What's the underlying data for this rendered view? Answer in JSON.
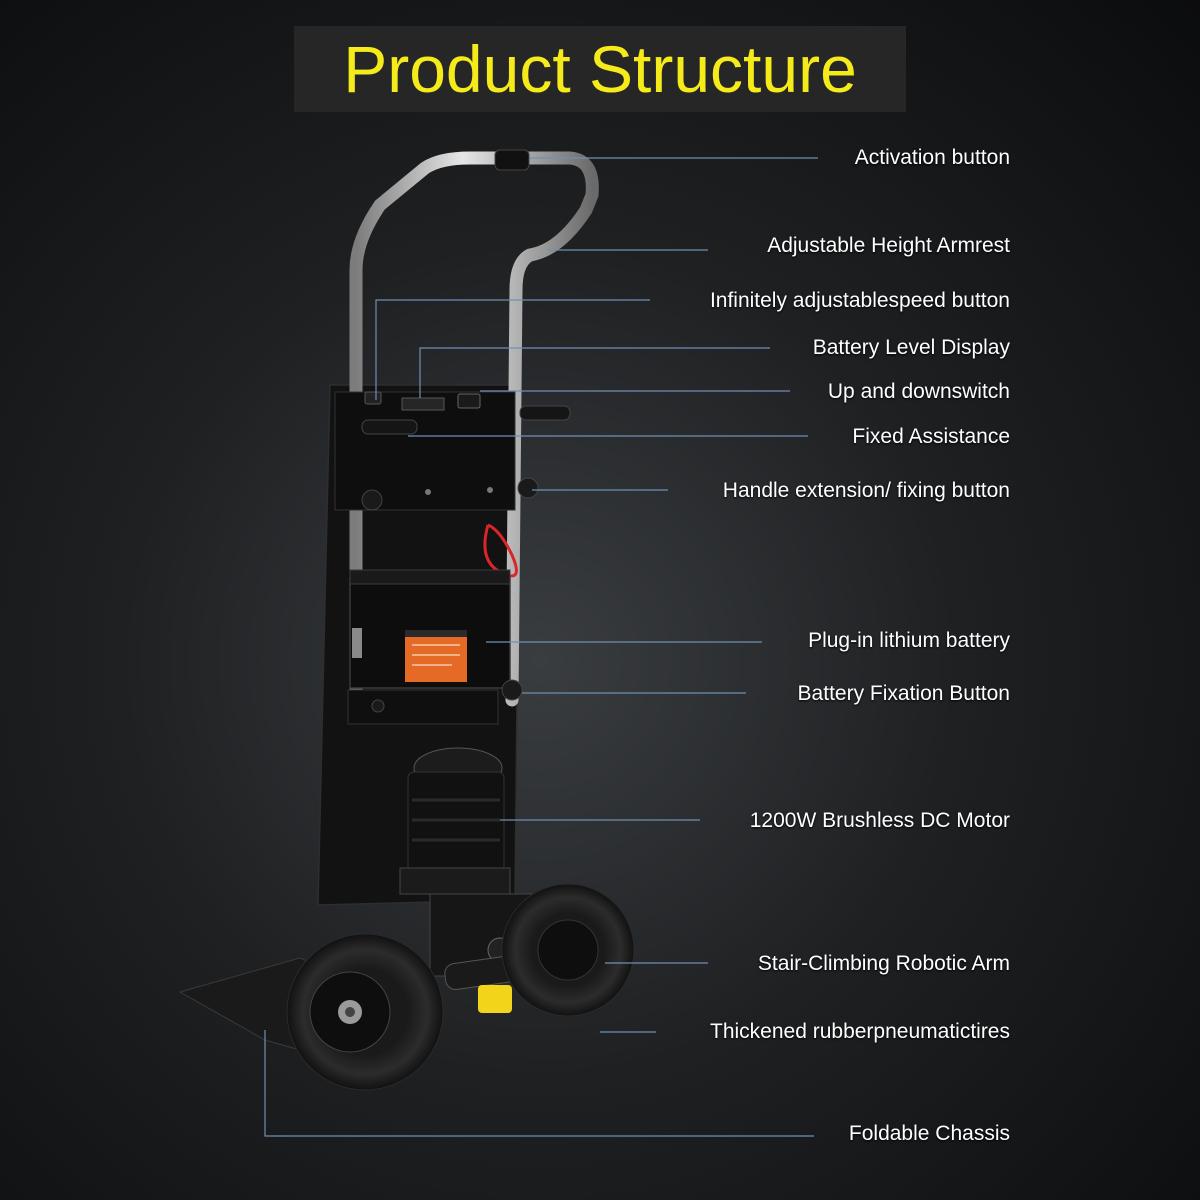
{
  "title": "Product Structure",
  "colors": {
    "title_text": "#f5ea1a",
    "leader_line": "#6f8fb3",
    "label_text": "#ffffff"
  },
  "labels": [
    "Activation button",
    "Adjustable Height Armrest",
    "Infinitely adjustablespeed button",
    "Battery Level Display",
    "Up and downswitch",
    "Fixed Assistance",
    "Handle extension/ fixing button",
    "Plug-in lithium battery",
    "Battery Fixation Button",
    "1200W Brushless DC Motor",
    "Stair-Climbing Robotic Arm",
    "Thickened rubberpneumatictires",
    "Foldable Chassis"
  ]
}
